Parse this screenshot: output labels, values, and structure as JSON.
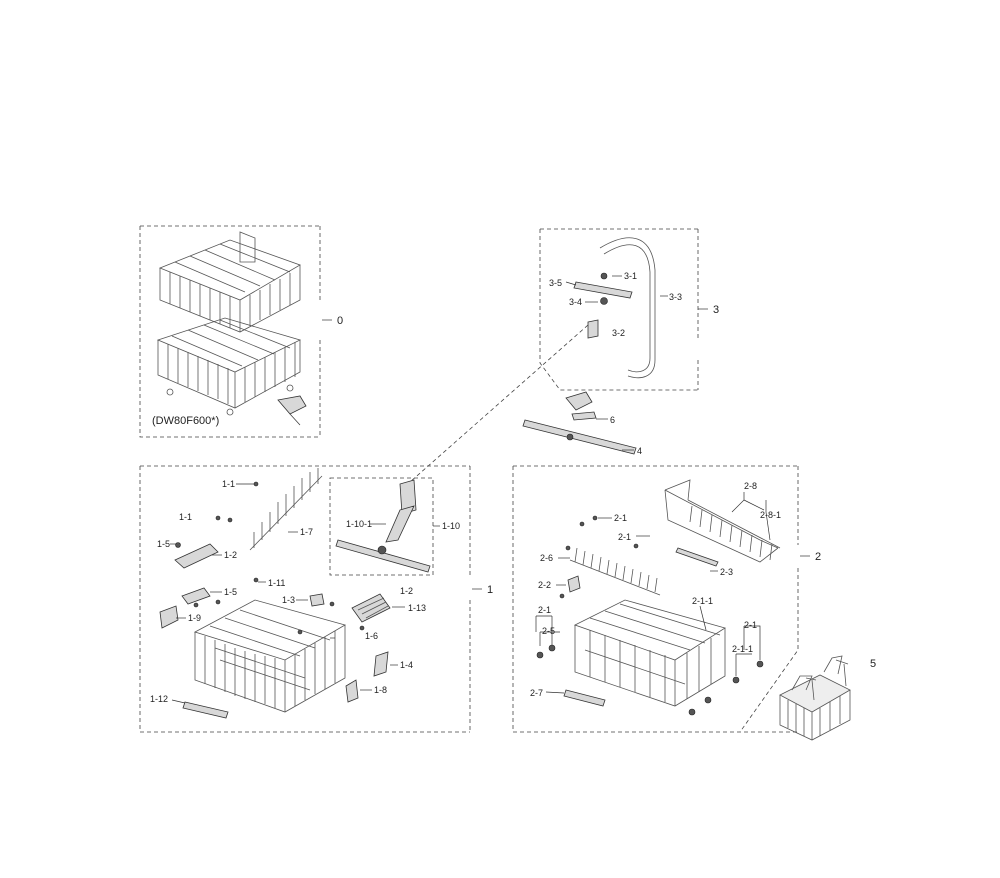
{
  "diagram": {
    "model_note": "(DW80F600*)",
    "callouts": [
      {
        "id": "c-0",
        "text": "0"
      },
      {
        "id": "c-3",
        "text": "3"
      },
      {
        "id": "c-3-1",
        "text": "3-1"
      },
      {
        "id": "c-3-5",
        "text": "3-5"
      },
      {
        "id": "c-3-4",
        "text": "3-4"
      },
      {
        "id": "c-3-3",
        "text": "3-3"
      },
      {
        "id": "c-3-2",
        "text": "3-2"
      },
      {
        "id": "c-6",
        "text": "6"
      },
      {
        "id": "c-4",
        "text": "4"
      },
      {
        "id": "c-1-1a",
        "text": "1-1"
      },
      {
        "id": "c-1-1b",
        "text": "1-1"
      },
      {
        "id": "c-1-7",
        "text": "1-7"
      },
      {
        "id": "c-1-5a",
        "text": "1-5"
      },
      {
        "id": "c-1-2a",
        "text": "1-2"
      },
      {
        "id": "c-1-11",
        "text": "1-11"
      },
      {
        "id": "c-1-5b",
        "text": "1-5"
      },
      {
        "id": "c-1-3",
        "text": "1-3"
      },
      {
        "id": "c-1-2b",
        "text": "1-2"
      },
      {
        "id": "c-1-13",
        "text": "1-13"
      },
      {
        "id": "c-1-9",
        "text": "1-9"
      },
      {
        "id": "c-1-6",
        "text": "1-6"
      },
      {
        "id": "c-1-4",
        "text": "1-4"
      },
      {
        "id": "c-1-8",
        "text": "1-8"
      },
      {
        "id": "c-1-12",
        "text": "1-12"
      },
      {
        "id": "c-1-10-1",
        "text": "1-10-1"
      },
      {
        "id": "c-1-10",
        "text": "1-10"
      },
      {
        "id": "c-1",
        "text": "1"
      },
      {
        "id": "c-2-8",
        "text": "2-8"
      },
      {
        "id": "c-2-8-1",
        "text": "2-8-1"
      },
      {
        "id": "c-2-1a",
        "text": "2-1"
      },
      {
        "id": "c-2-1b",
        "text": "2-1"
      },
      {
        "id": "c-2-6",
        "text": "2-6"
      },
      {
        "id": "c-2-3",
        "text": "2-3"
      },
      {
        "id": "c-2-2",
        "text": "2-2"
      },
      {
        "id": "c-2-1c",
        "text": "2-1"
      },
      {
        "id": "c-2-1-1a",
        "text": "2-1-1"
      },
      {
        "id": "c-2-5",
        "text": "2-5"
      },
      {
        "id": "c-2-1d",
        "text": "2-1"
      },
      {
        "id": "c-2-1-1b",
        "text": "2-1-1"
      },
      {
        "id": "c-2-7",
        "text": "2-7"
      },
      {
        "id": "c-2",
        "text": "2"
      },
      {
        "id": "c-5",
        "text": "5"
      }
    ]
  }
}
